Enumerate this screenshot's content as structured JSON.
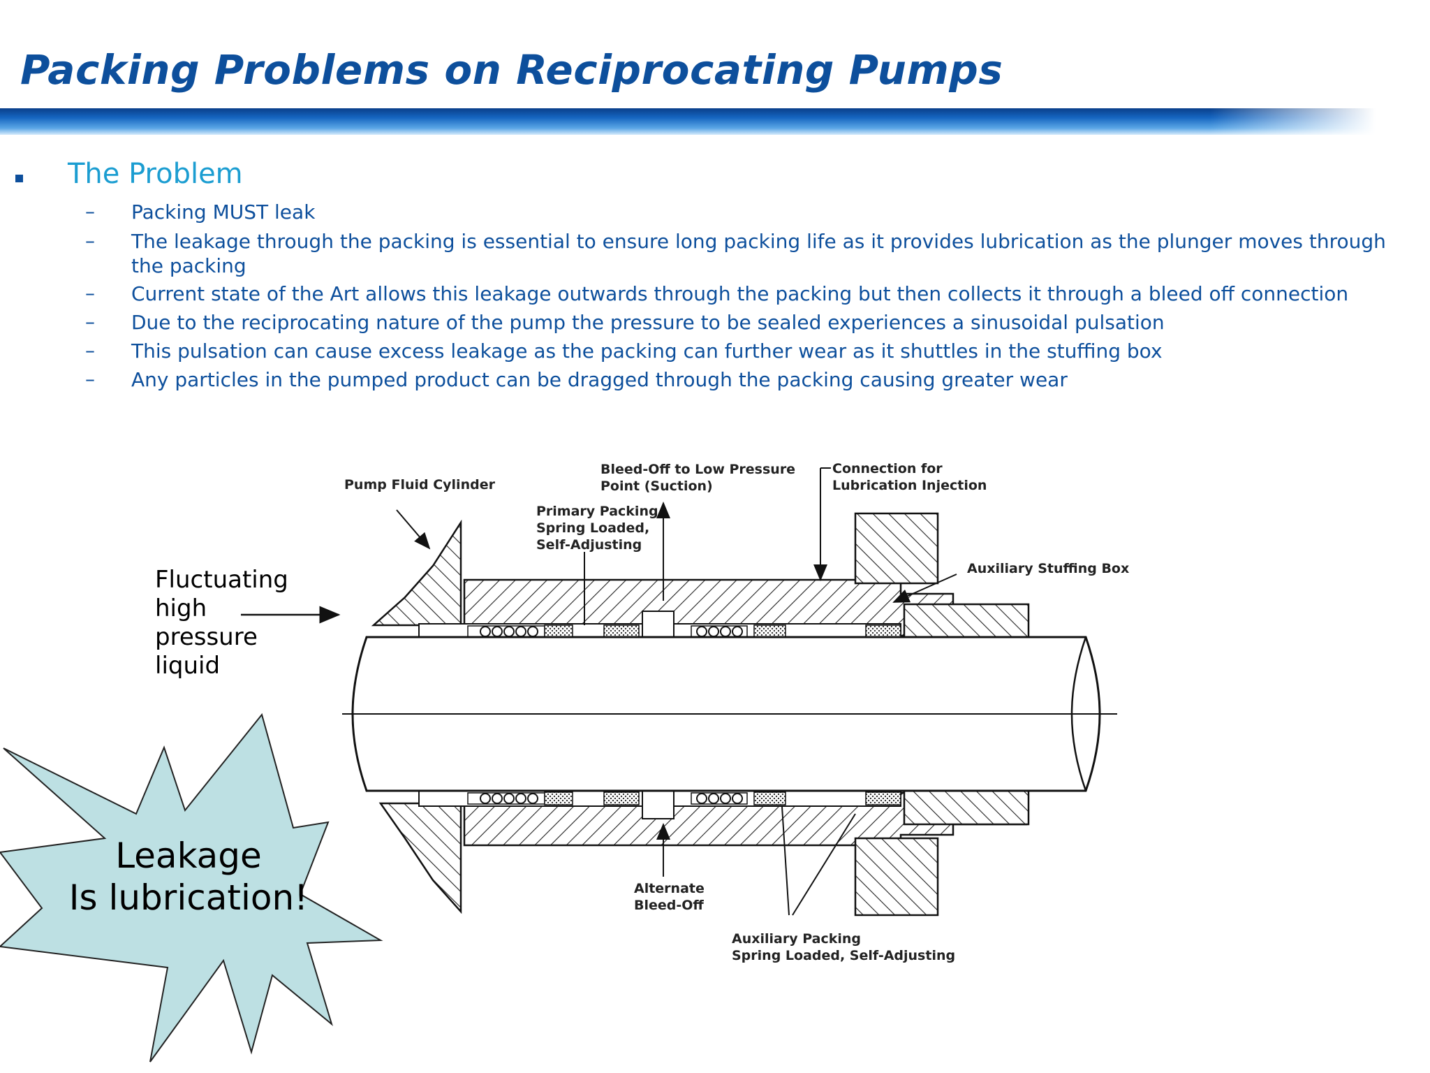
{
  "slide": {
    "title": "Packing Problems on Reciprocating Pumps",
    "section_heading": "The Problem",
    "points": [
      "Packing MUST leak",
      "The leakage through the packing is essential to ensure long packing life as it provides lubrication as the plunger moves through the packing",
      "Current state of the Art allows this leakage outwards through the packing but then collects it through a bleed off connection",
      "Due to the reciprocating nature of the pump the pressure to be sealed experiences a sinusoidal pulsation",
      "This pulsation can cause excess leakage as the packing can further wear as it shuttles in the stuffing box",
      "Any particles in the pumped product can be dragged through the packing causing greater wear"
    ],
    "dash_glyph": "–"
  },
  "diagram": {
    "labels": {
      "pump_fluid_cylinder": "Pump Fluid Cylinder",
      "bleed_off_line1": "Bleed-Off to Low Pressure",
      "bleed_off_line2": "Point (Suction)",
      "primary_line1": "Primary Packing",
      "primary_line2": "Spring Loaded,",
      "primary_line3": "Self-Adjusting",
      "connection_line1": "Connection for",
      "connection_line2": "Lubrication Injection",
      "aux_stuffing_box": "Auxiliary Stuffing Box",
      "alternate_line1": "Alternate",
      "alternate_line2": "Bleed-Off",
      "aux_packing_line1": "Auxiliary Packing",
      "aux_packing_line2": "Spring Loaded, Self-Adjusting"
    },
    "callout": {
      "fluct_line1": "Fluctuating",
      "fluct_line2": "high",
      "fluct_line3": "pressure",
      "fluct_line4": "liquid"
    },
    "burst": {
      "line1": "Leakage",
      "line2": "Is lubrication!",
      "fill": "#bde0e3"
    }
  }
}
